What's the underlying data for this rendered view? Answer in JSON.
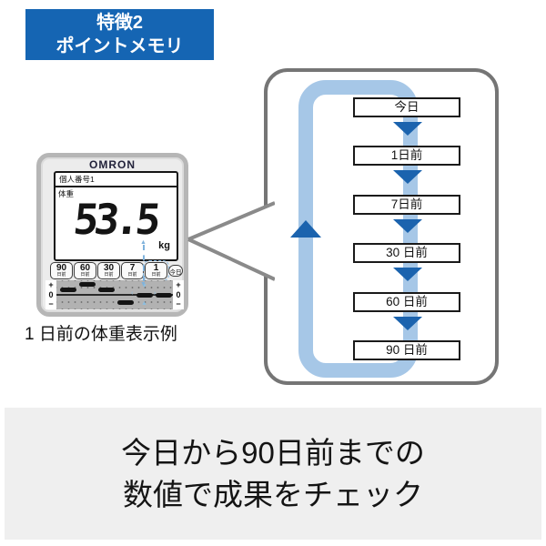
{
  "badge": {
    "line1": "特徴2",
    "line2": "ポイントメモリ"
  },
  "device": {
    "brand": "OMRON",
    "profile_label": "個人番号1",
    "metric_label": "体重",
    "weight_value": "53.5",
    "weight_unit": "kg",
    "memory_buttons": [
      {
        "value": "90",
        "suffix": "日前",
        "highlighted": false
      },
      {
        "value": "60",
        "suffix": "日前",
        "highlighted": false
      },
      {
        "value": "30",
        "suffix": "日前",
        "highlighted": false
      },
      {
        "value": "7",
        "suffix": "日前",
        "highlighted": false
      },
      {
        "value": "1",
        "suffix": "日前",
        "highlighted": true
      }
    ],
    "today_button": "今日",
    "axis_labels": [
      "+",
      "0",
      "−"
    ],
    "trend_bars": [
      {
        "label": "90日前",
        "level": 0.5,
        "highlighted": false
      },
      {
        "label": "60日前",
        "level": 1,
        "highlighted": false
      },
      {
        "label": "30日前",
        "level": 0.5,
        "highlighted": false
      },
      {
        "label": "7日前",
        "level": -1,
        "highlighted": false
      },
      {
        "label": "1日前",
        "level": 0,
        "highlighted": true
      },
      {
        "label": "今日",
        "level": 0,
        "highlighted": false
      }
    ]
  },
  "caption": "1 日前の体重表示例",
  "flowchart": {
    "steps": [
      "今日",
      "1日前",
      "7日前",
      "30 日前",
      "60 日前",
      "90 日前"
    ]
  },
  "footer": {
    "line1": "今日から90日前までの",
    "line2": "数値で成果をチェック"
  },
  "colors": {
    "badge_blue": "#1565b3",
    "arrow_blue": "#1b63ae",
    "loop_blue": "#a6c7e7",
    "panel_border": "#757575",
    "footer_bg": "#efefef"
  }
}
